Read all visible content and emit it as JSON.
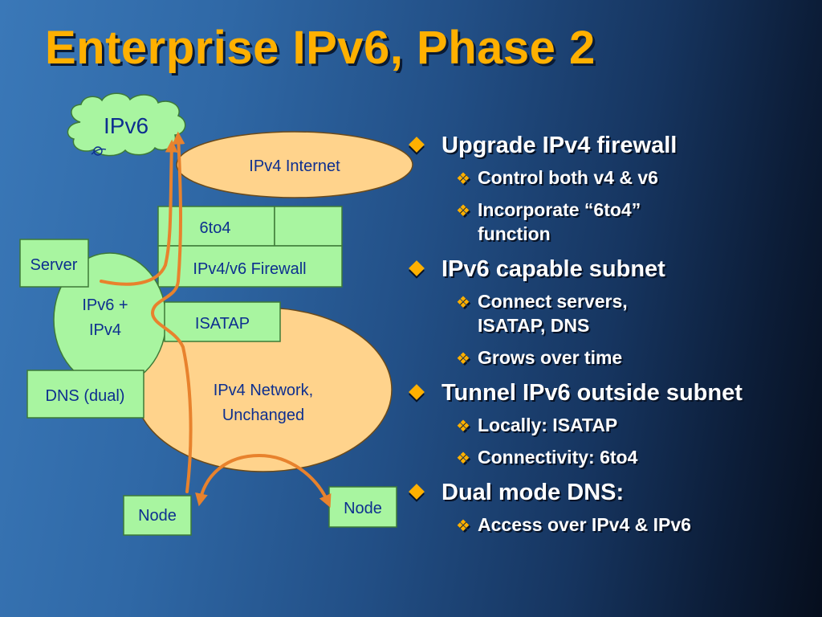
{
  "slide": {
    "title": "Enterprise IPv6, Phase 2"
  },
  "diagram": {
    "ipv6_cloud": "IPv6",
    "ipv4_internet": "IPv4 Internet",
    "sixto4": "6to4",
    "firewall": "IPv4/v6 Firewall",
    "server": "Server",
    "dual_subnet_line1": "IPv6 +",
    "dual_subnet_line2": "IPv4",
    "isatap": "ISATAP",
    "dns": "DNS (dual)",
    "network_line1": "IPv4 Network,",
    "network_line2": "Unchanged",
    "node_left": "Node",
    "node_right": "Node"
  },
  "bullets": [
    {
      "text": "Upgrade IPv4 firewall",
      "sub": [
        {
          "line1": "Control both v4 & v6",
          "line2": ""
        },
        {
          "line1": "Incorporate “6to4”",
          "line2": "function"
        }
      ]
    },
    {
      "text": "IPv6 capable subnet",
      "sub": [
        {
          "line1": "Connect servers,",
          "line2": "ISATAP, DNS"
        },
        {
          "line1": "Grows over time",
          "line2": ""
        }
      ]
    },
    {
      "text": "Tunnel IPv6 outside subnet",
      "sub": [
        {
          "line1": "Locally: ISATAP",
          "line2": ""
        },
        {
          "line1": "Connectivity: 6to4",
          "line2": ""
        }
      ]
    },
    {
      "text": "Dual mode DNS:",
      "sub": [
        {
          "line1": "Access over IPv4 & IPv6",
          "line2": ""
        }
      ]
    }
  ],
  "colors": {
    "title": "#ffb000",
    "box_fill": "#a8f5a0",
    "oval_fill": "#ffd38c",
    "arrow": "#e8822d",
    "label": "#0d2f8f"
  }
}
